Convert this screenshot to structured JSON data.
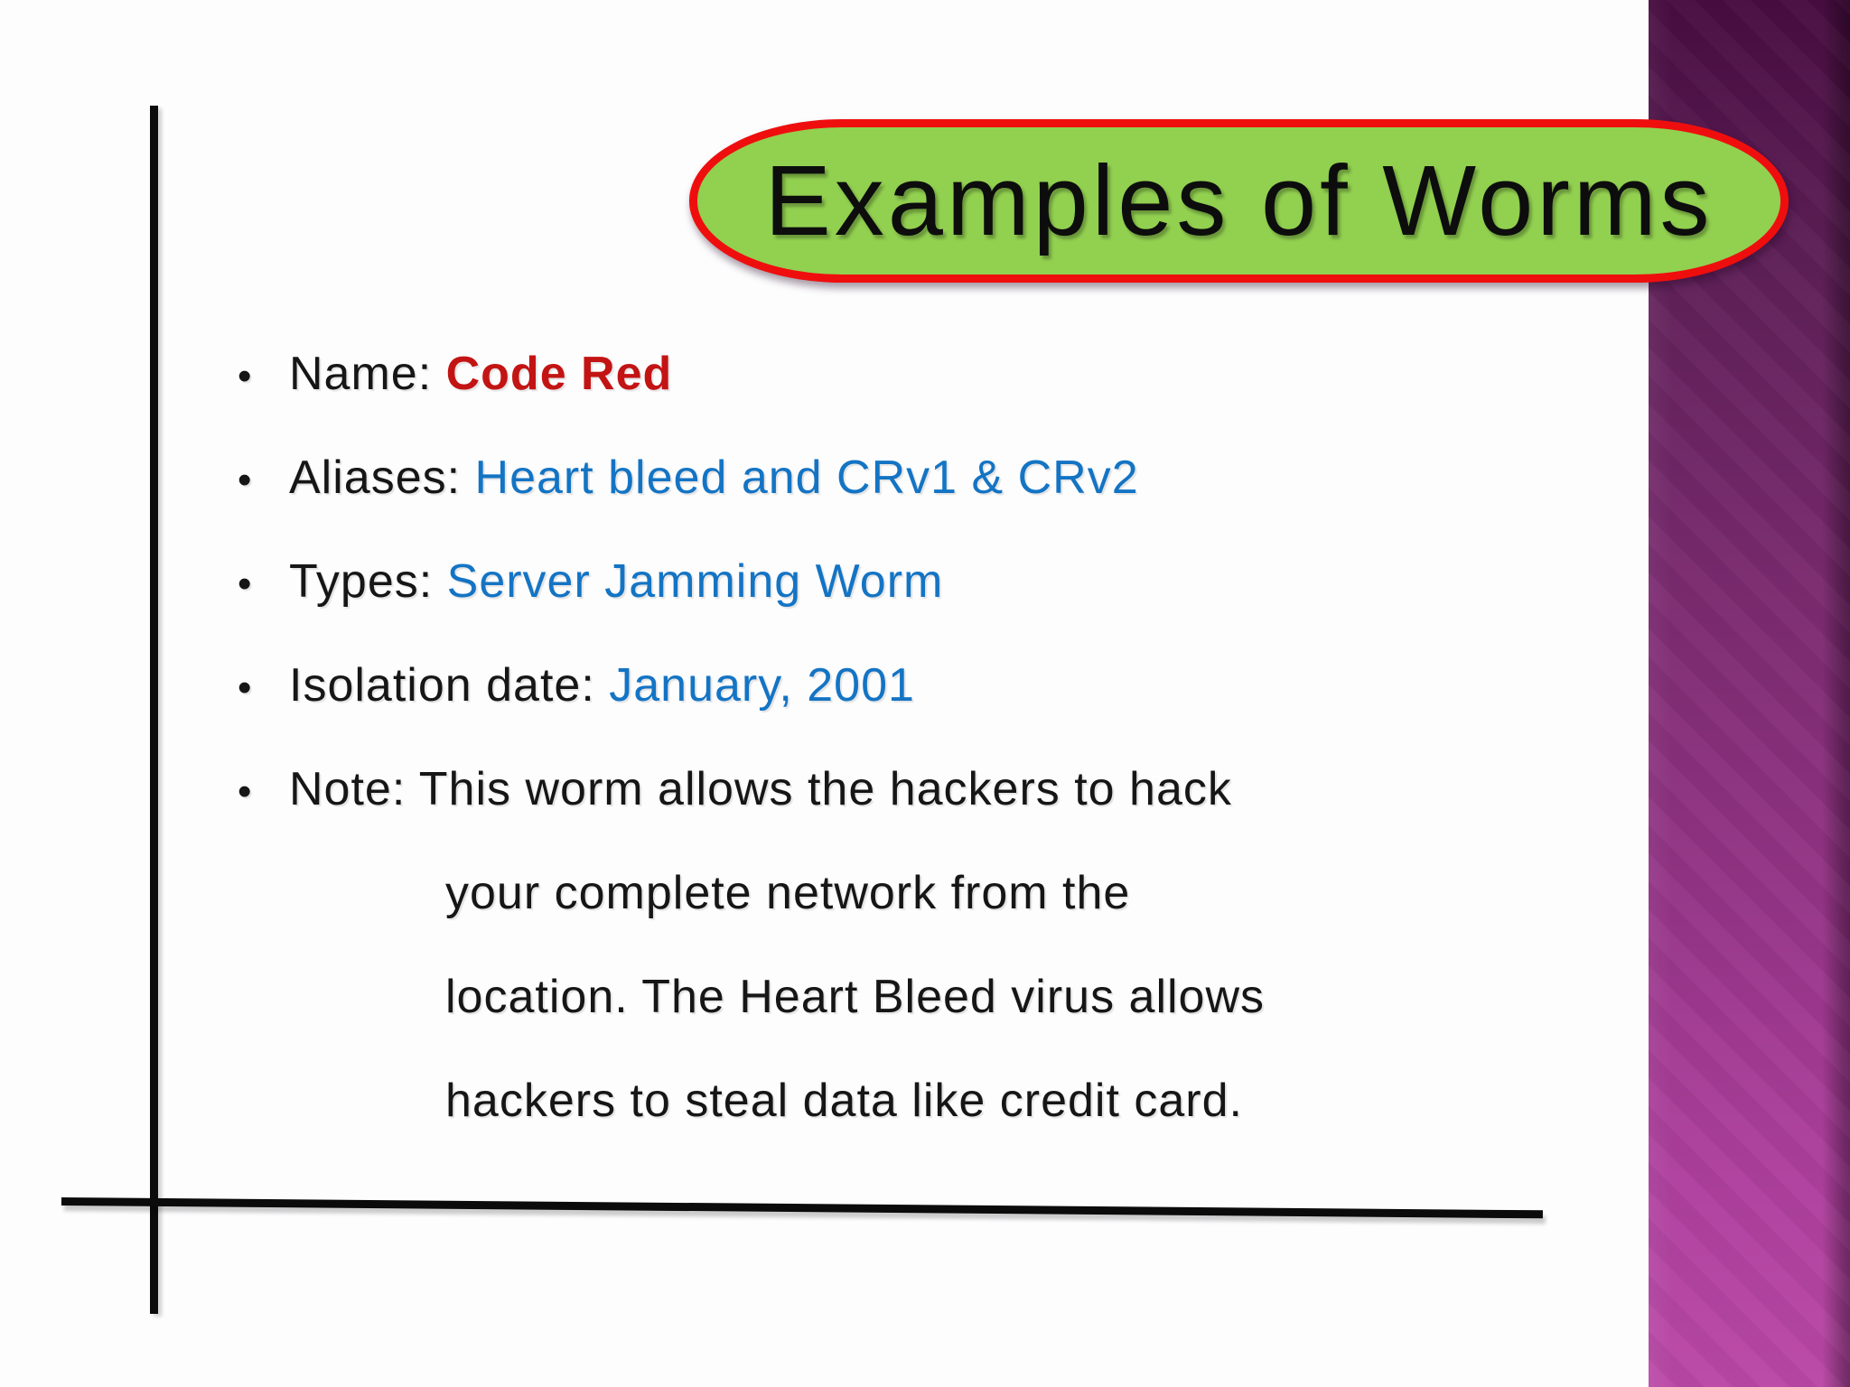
{
  "slide": {
    "title": "Examples of Worms",
    "bullet_char": "•",
    "colors": {
      "title_fill": "#92d050",
      "title_border": "#ef0e0e",
      "accent_red": "#c31414",
      "accent_blue": "#1474c4",
      "text_black": "#161616",
      "line_black": "#0b0b0b",
      "sidebar_top": "#480c41",
      "sidebar_bottom": "#ba48a6",
      "slide_bg": "#fdfdfe"
    },
    "bullets": [
      {
        "bullet": true,
        "segments": [
          {
            "text": "Name: ",
            "color": "text_black",
            "bold": false
          },
          {
            "text": "Code Red",
            "color": "accent_red",
            "bold": true
          }
        ]
      },
      {
        "bullet": true,
        "segments": [
          {
            "text": "Aliases: ",
            "color": "text_black",
            "bold": false
          },
          {
            "text": "Heart bleed and CRv1 & CRv2",
            "color": "accent_blue",
            "bold": false
          }
        ]
      },
      {
        "bullet": true,
        "segments": [
          {
            "text": "Types: ",
            "color": "text_black",
            "bold": false
          },
          {
            "text": "Server Jamming Worm",
            "color": "accent_blue",
            "bold": false
          }
        ]
      },
      {
        "bullet": true,
        "segments": [
          {
            "text": "Isolation date: ",
            "color": "text_black",
            "bold": false
          },
          {
            "text": "January, 2001",
            "color": "accent_blue",
            "bold": false
          }
        ]
      },
      {
        "bullet": true,
        "segments": [
          {
            "text": "Note: This worm allows the hackers to hack",
            "color": "text_black",
            "bold": false
          }
        ]
      },
      {
        "bullet": false,
        "segments": [
          {
            "text": "your complete network from the",
            "color": "text_black",
            "bold": false
          }
        ]
      },
      {
        "bullet": false,
        "segments": [
          {
            "text": "location. The Heart Bleed virus allows",
            "color": "text_black",
            "bold": false
          }
        ]
      },
      {
        "bullet": false,
        "segments": [
          {
            "text": "hackers to steal data like credit card.",
            "color": "text_black",
            "bold": false
          }
        ]
      }
    ]
  }
}
